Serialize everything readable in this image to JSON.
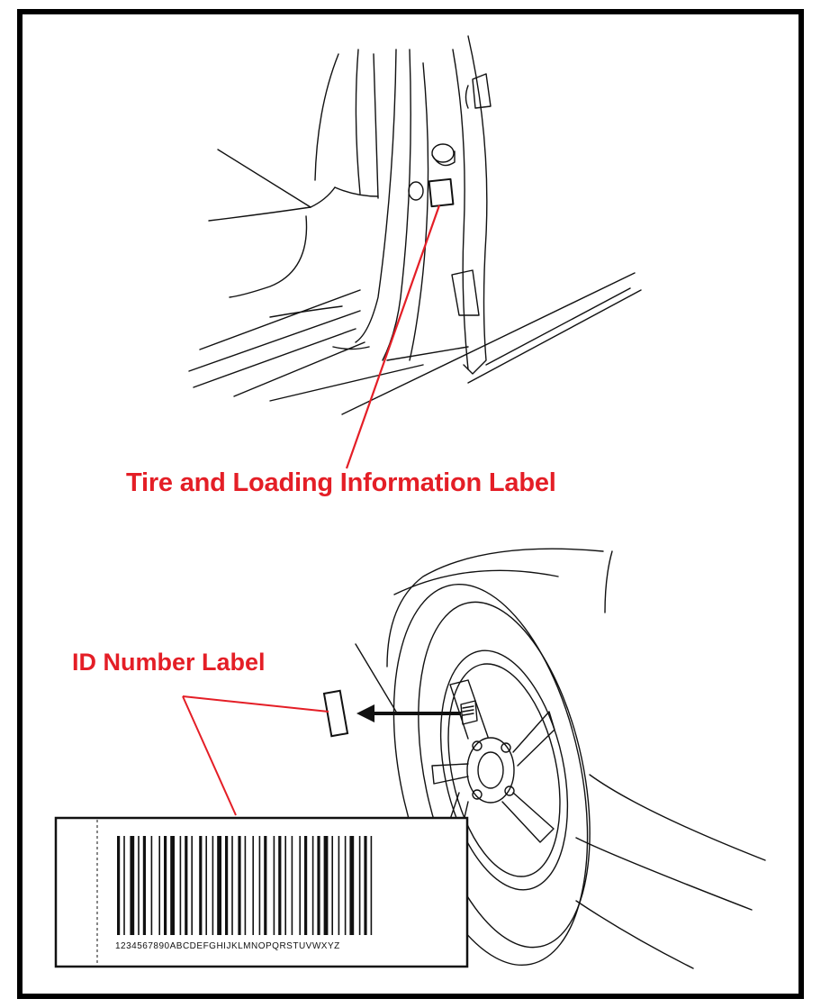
{
  "labels": {
    "tire_loading": "Tire and Loading Information Label",
    "id_number": "ID Number Label",
    "barcode_digits": "1234567890ABCDEFGHIJKLMNOPQRSTUVWXYZ"
  },
  "colors": {
    "callout": "#e41e26",
    "line": "#111111",
    "background": "#ffffff"
  },
  "icons": [
    "car-door-pillar-drawing",
    "front-wheel-drawing",
    "barcode-graphic",
    "arrow-icon"
  ]
}
